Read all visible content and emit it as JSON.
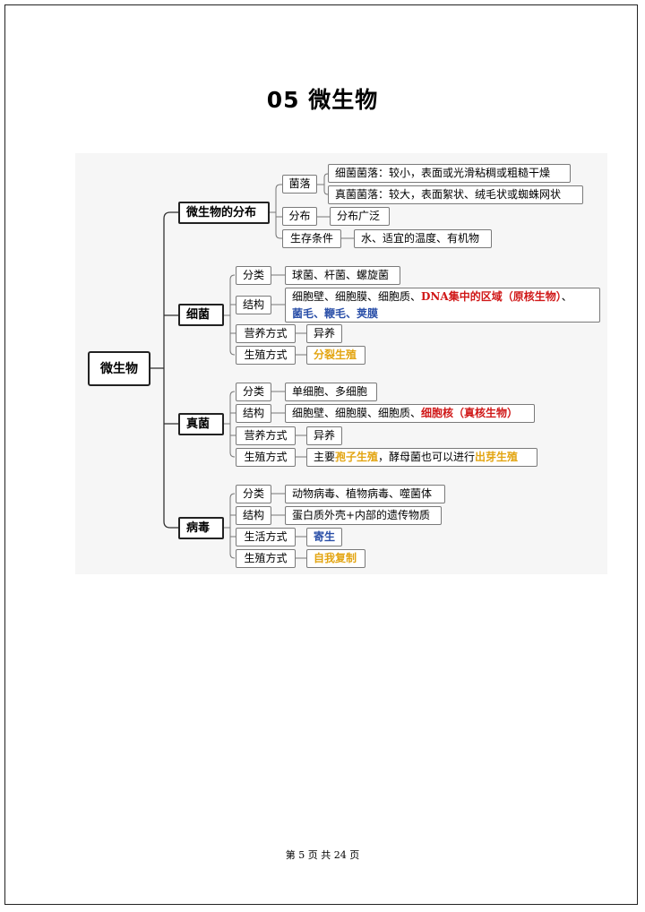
{
  "title": "05  微生物",
  "root": "微生物",
  "branches": {
    "distribution": {
      "label": "微生物的分布",
      "colony": {
        "label": "菌落",
        "bacteria": "细菌菌落：较小，表面或光滑粘稠或粗糙干燥",
        "fungi": "真菌菌落：较大，表面絮状、绒毛状或蜘蛛网状"
      },
      "spread": {
        "label": "分布",
        "value": "分布广泛"
      },
      "conditions": {
        "label": "生存条件",
        "value": "水、适宜的温度、有机物"
      }
    },
    "bacteria": {
      "label": "细菌",
      "classification": {
        "label": "分类",
        "value": "球菌、杆菌、螺旋菌"
      },
      "structure": {
        "label": "结构",
        "line1_a": "细胞壁、细胞膜、细胞质、",
        "line1_b": "DNA集中的区域（原核生物）",
        "line1_c": "、",
        "line2": "菌毛、鞭毛、荚膜"
      },
      "nutrition": {
        "label": "营养方式",
        "value": "异养"
      },
      "reproduction": {
        "label": "生殖方式",
        "value": "分裂生殖"
      }
    },
    "fungi": {
      "label": "真菌",
      "classification": {
        "label": "分类",
        "value": "单细胞、多细胞"
      },
      "structure": {
        "label": "结构",
        "value_a": "细胞壁、细胞膜、细胞质、",
        "value_b": "细胞核（真核生物）"
      },
      "nutrition": {
        "label": "营养方式",
        "value": "异养"
      },
      "reproduction": {
        "label": "生殖方式",
        "value_a": "主要",
        "value_b": "孢子生殖",
        "value_c": "，酵母菌也可以进行",
        "value_d": "出芽生殖"
      }
    },
    "virus": {
      "label": "病毒",
      "classification": {
        "label": "分类",
        "value": "动物病毒、植物病毒、噬菌体"
      },
      "structure": {
        "label": "结构",
        "value": "蛋白质外壳+内部的遗传物质"
      },
      "lifestyle": {
        "label": "生活方式",
        "value": "寄生"
      },
      "reproduction": {
        "label": "生殖方式",
        "value": "自我复制"
      }
    }
  },
  "footer": "第 5 页 共 24 页",
  "colors": {
    "red": "#d01818",
    "blue": "#2a4fa8",
    "gold": "#e3a512"
  }
}
